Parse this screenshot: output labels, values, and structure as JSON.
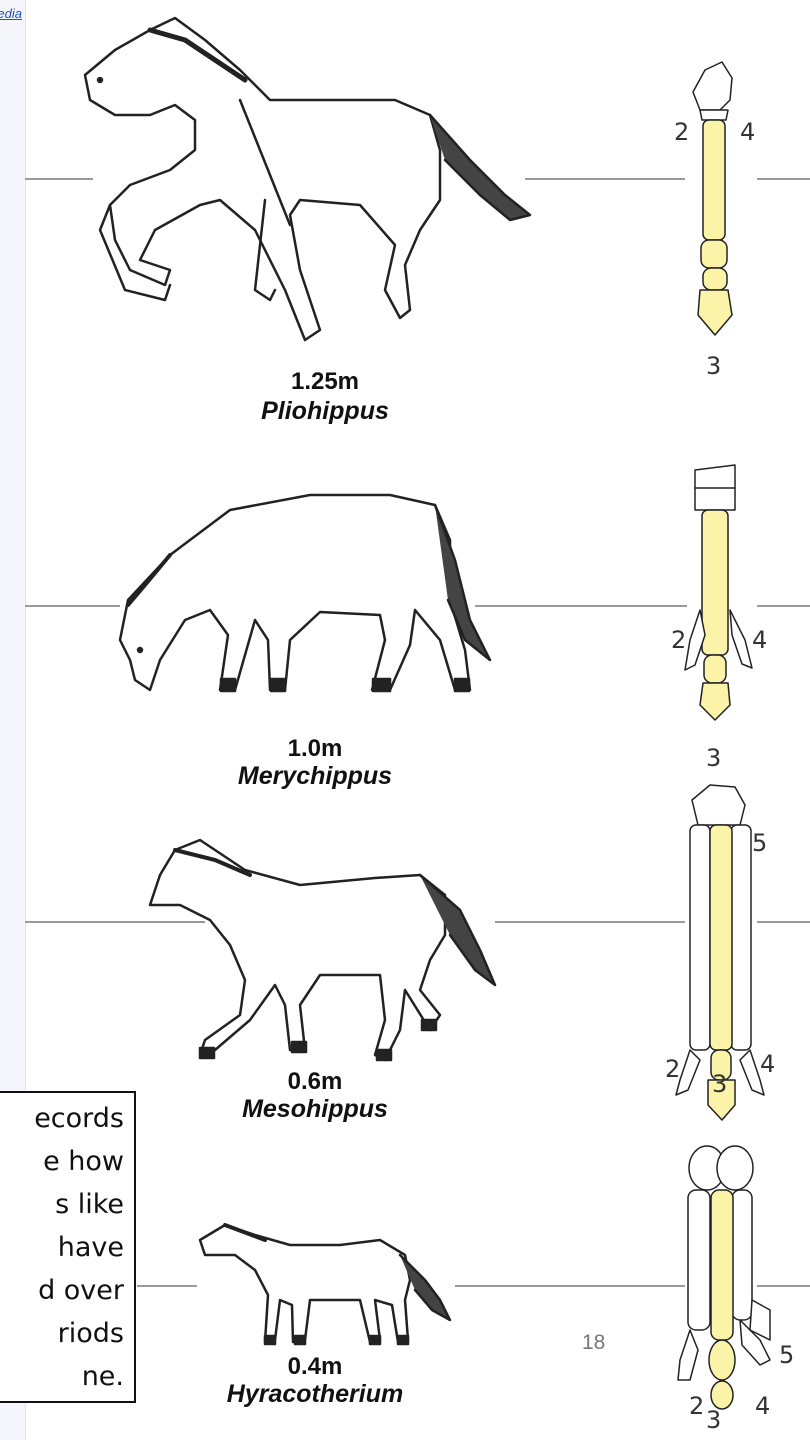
{
  "source_link": "Wikipedia",
  "page_number": "18",
  "text_box": {
    "lines": [
      "ecords",
      "e how",
      "s like",
      "have",
      "d over",
      "riods",
      "ne."
    ]
  },
  "species": [
    {
      "size": "1.25m",
      "genus": "Pliohippus",
      "digits": {
        "two": "2",
        "four": "4",
        "three": "3"
      }
    },
    {
      "size": "1.0m",
      "genus": "Merychippus",
      "digits": {
        "two": "2",
        "four": "4",
        "three": "3"
      }
    },
    {
      "size": "0.6m",
      "genus": "Mesohippus",
      "digits": {
        "five": "5",
        "two": "2",
        "four": "4",
        "three": "3"
      }
    },
    {
      "size": "0.4m",
      "genus": "Hyracotherium",
      "digits": {
        "five": "5",
        "two": "2",
        "four": "4",
        "three": "3"
      }
    }
  ],
  "colors": {
    "bone_highlight": "#fbf4a8",
    "line": "#9a9a9a",
    "outline": "#222222"
  }
}
